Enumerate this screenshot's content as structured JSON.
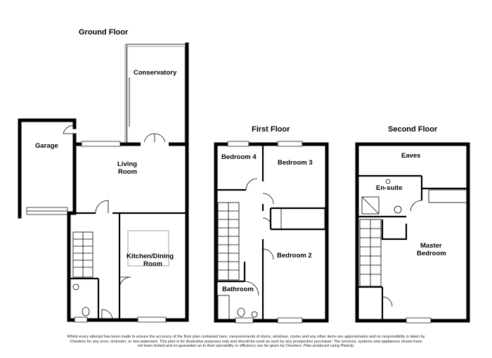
{
  "floors": {
    "ground": {
      "title": "Ground Floor",
      "rooms": {
        "conservatory": "Conservatory",
        "garage": "Garage",
        "living_line1": "Living",
        "living_line2": "Room",
        "kitchen_line1": "Kitchen/Dining",
        "kitchen_line2": "Room"
      }
    },
    "first": {
      "title": "First Floor",
      "rooms": {
        "bedroom4": "Bedroom 4",
        "bedroom3": "Bedroom 3",
        "bedroom2": "Bedroom 2",
        "bathroom": "Bathroom"
      }
    },
    "second": {
      "title": "Second Floor",
      "rooms": {
        "eaves": "Eaves",
        "ensuite": "En-suite",
        "master_line1": "Master",
        "master_line2": "Bedroom"
      }
    }
  },
  "disclaimer": "Whilst every attempt has been made to ensure the accuracy of the floor plan contained here, measurements of doors, windows, rooms and any other items are approximates and no responsibility is taken by Cheeters for any error, omission, or mis-statement. This plan is for illustrative purposes only and should be used as such by any prospective purchaser. The services, systems and appliances shown have not been tested and no guarantee as to their operability or efficiency can be given by Cheeters. Plan produced using PlanUp."
}
